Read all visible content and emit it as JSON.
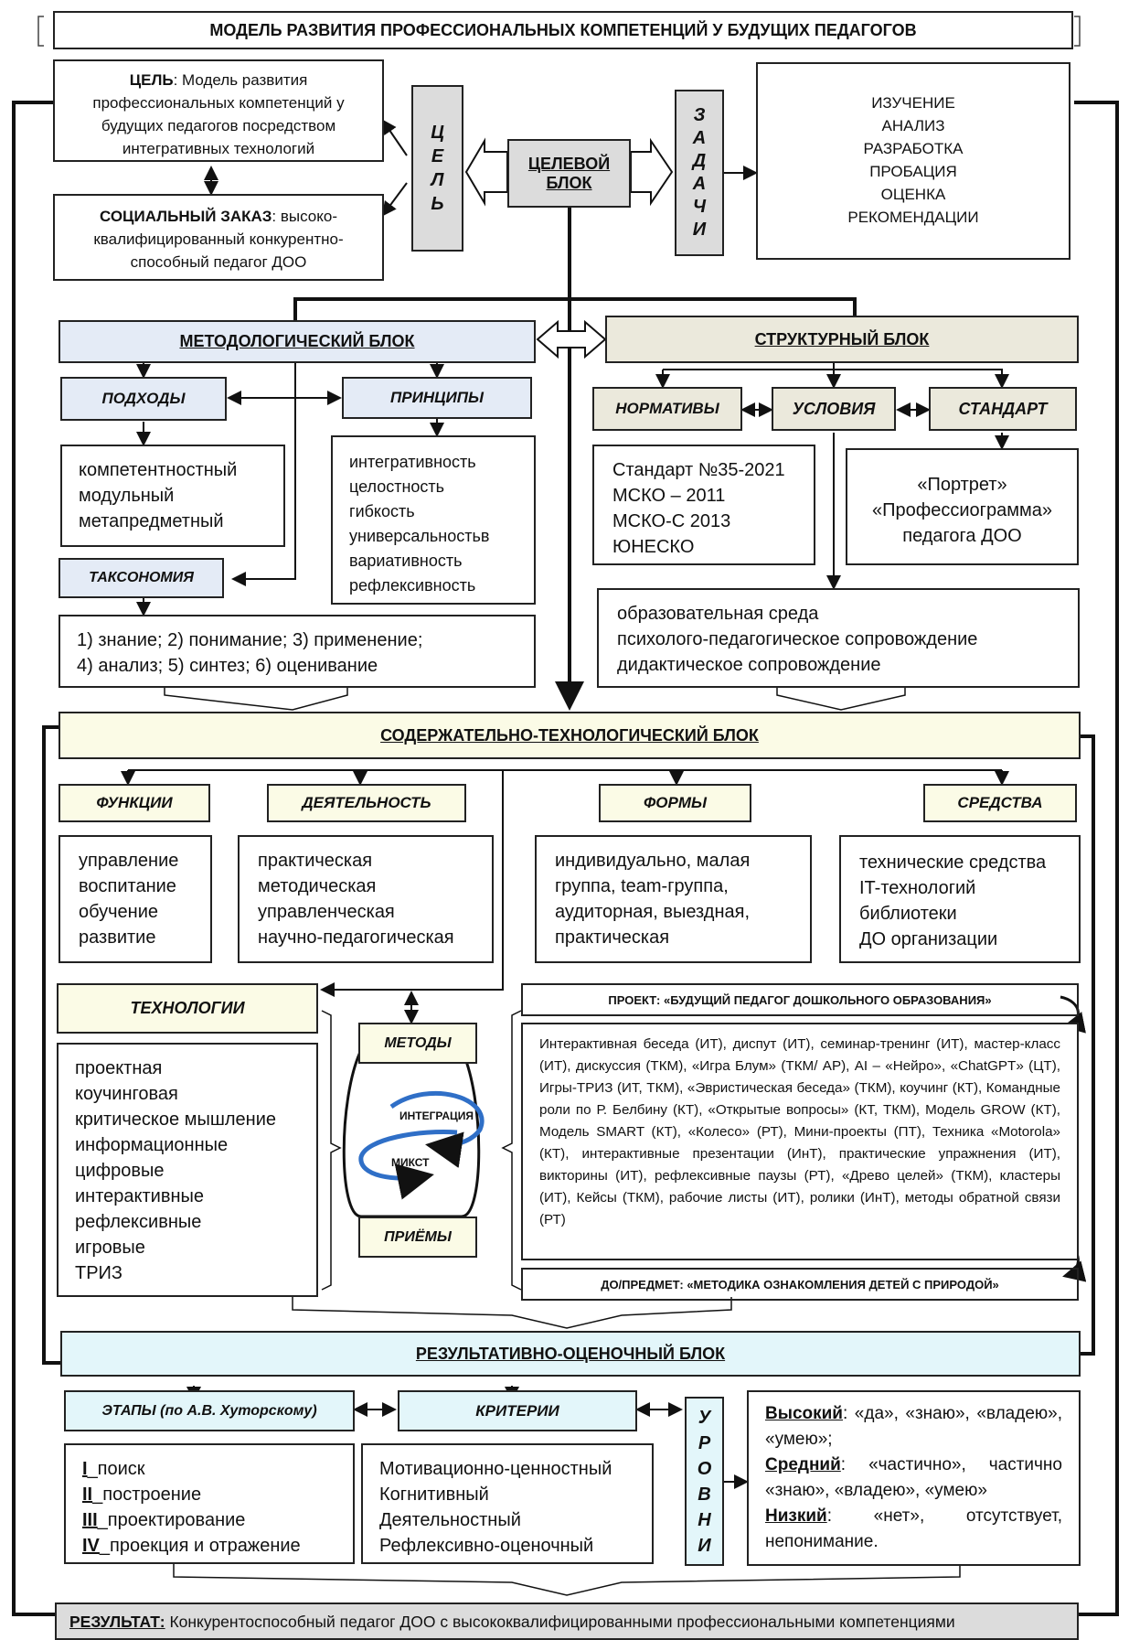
{
  "title": "МОДЕЛЬ РАЗВИТИЯ ПРОФЕССИОНАЛЬНЫХ КОМПЕТЕНЦИЙ У БУДУЩИХ ПЕДАГОГОВ",
  "target_block": {
    "goal_box": {
      "label": "ЦЕЛЬ",
      "text": ": Модель развития профессиональных компетенций у будущих педагогов посредством интегративных технологий"
    },
    "social_box": {
      "label": "СОЦИАЛЬНЫЙ ЗАКАЗ",
      "text": ": высоко-квалифицированный конкурентно-способный педагог ДОО"
    },
    "goal_vertical": [
      "Ц",
      "Е",
      "Л",
      "Ь"
    ],
    "center_label": "ЦЕЛЕВОЙ БЛОК",
    "tasks_vertical": [
      "З",
      "А",
      "Д",
      "А",
      "Ч",
      "И"
    ],
    "tasks_list": [
      "ИЗУЧЕНИЕ",
      "АНАЛИЗ",
      "РАЗРАБОТКА",
      "ПРОБАЦИЯ",
      "ОЦЕНКА",
      "РЕКОМЕНДАЦИИ"
    ]
  },
  "methodological_block": {
    "title": "МЕТОДОЛОГИЧЕСКИЙ БЛОК",
    "approaches_label": "ПОДХОДЫ",
    "approaches": [
      "компетентностный",
      "модульный",
      "метапредметный"
    ],
    "principles_label": "ПРИНЦИПЫ",
    "principles": [
      "интегративность",
      "целостность",
      "гибкость",
      "универсальностьв",
      "вариативность",
      "рефлексивность"
    ],
    "taxonomy_label": "ТАКСОНОМИЯ",
    "taxonomy_lines": [
      "1) знание; 2) понимание; 3) применение;",
      "4) анализ; 5) синтез; 6) оценивание"
    ]
  },
  "structural_block": {
    "title": "СТРУКТУРНЫЙ БЛОК",
    "norms_label": "НОРМАТИВЫ",
    "conditions_label": "УСЛОВИЯ",
    "standard_label": "СТАНДАРТ",
    "norms": [
      "Стандарт №35-2021",
      "МСКО – 2011",
      "МСКО-С 2013",
      "ЮНЕСКО"
    ],
    "portrait": [
      "«Портрет»",
      "«Профессиограмма»",
      "педагога ДОО"
    ],
    "conditions": [
      "образовательная среда",
      "психолого-педагогическое сопровождение",
      "дидактическое сопровождение"
    ]
  },
  "content_block": {
    "title": "СОДЕРЖАТЕЛЬНО-ТЕХНОЛОГИЧЕСКИЙ БЛОК",
    "functions_label": "ФУНКЦИИ",
    "functions": [
      "управление",
      "воспитание",
      "обучение",
      "развитие"
    ],
    "activity_label": "ДЕЯТЕЛЬНОСТЬ",
    "activity": [
      "практическая",
      "методическая",
      "управленческая",
      "научно-педагогическая"
    ],
    "forms_label": "ФОРМЫ",
    "forms": [
      "индивидуально, малая",
      "группа, team-группа,",
      "аудиторная, выездная,",
      "практическая"
    ],
    "means_label": "СРЕДСТВА",
    "means": [
      "технические средства",
      "IT-технологий",
      "библиотеки",
      "ДО организации"
    ],
    "technologies_label": "ТЕХНОЛОГИИ",
    "technologies": [
      "проектная",
      "коучинговая",
      "критическое мышление",
      "информационные",
      "цифровые",
      "интерактивные",
      "рефлексивные",
      "игровые",
      "ТРИЗ"
    ],
    "methods_label": "МЕТОДЫ",
    "techniques_label": "ПРИЁМЫ",
    "integration_label": "ИНТЕГРАЦИЯ",
    "mixed_label": "МИКСТ",
    "project_label": "ПРОЕКТ: «БУДУЩИЙ ПЕДАГОГ ДОШКОЛЬНОГО ОБРАЗОВАНИЯ»",
    "methods_text": "Интерактивная беседа (ИТ), диспут (ИТ), семинар-тренинг (ИТ), мастер-класс (ИТ), дискуссия (ТКМ), «Игра Блум» (ТКМ/ АР), AI – «Нейро», «ChatGPT» (ЦТ), Игры-ТРИЗ (ИТ, ТКМ), «Эвристическая беседа» (ТКМ), коучинг (КТ), Командные роли по Р. Белбину (КТ), «Открытые вопросы» (КТ, ТКМ), Модель GROW (КТ), Модель SMART (КТ), «Колесо» (РТ), Мини-проекты (ПТ), Техника «Motorola» (КТ), интерактивные презентации (ИнТ), практические упражнения (ИТ), викторины (ИТ), рефлексивные паузы (РТ), «Древо целей» (ТКМ), кластеры (ИТ), Кейсы (ТКМ), рабочие листы (ИТ), ролики (ИнТ), методы обратной связи (РТ)",
    "subject_label": "ДО/ПРЕДМЕТ: «МЕТОДИКА ОЗНАКОМЛЕНИЯ ДЕТЕЙ С ПРИРОДОЙ»"
  },
  "result_block": {
    "title": "РЕЗУЛЬТАТИВНО-ОЦЕНОЧНЫЙ БЛОК",
    "stages_label": "ЭТАПЫ (по А.В. Хуторскому)",
    "stages": [
      {
        "num": "I",
        "text": "_поиск"
      },
      {
        "num": "II",
        "text": "_построение"
      },
      {
        "num": "III",
        "text": "_проектирование"
      },
      {
        "num": "IV",
        "text": "_проекция и отражение"
      }
    ],
    "criteria_label": "КРИТЕРИИ",
    "criteria": [
      "Мотивационно-ценностный",
      "Когнитивный",
      "Деятельностный",
      "Рефлексивно-оценочный"
    ],
    "levels_vertical": [
      "У",
      "Р",
      "О",
      "В",
      "Н",
      "И"
    ],
    "levels": [
      {
        "name": "Высокий",
        "text": ": «да», «знаю», «владею», «умею»;"
      },
      {
        "name": "Средний",
        "text": ": «частично», частично «знаю», «владею», «умею»"
      },
      {
        "name": "Низкий",
        "text": ": «нет», отсутствует, непонимание."
      }
    ]
  },
  "result_bar": {
    "label": "РЕЗУЛЬТАТ:",
    "text": " Конкурентоспособный педагог ДОО с высококвалифицированными профессиональными компетенциями"
  },
  "colors": {
    "methodological": "#e4ebf6",
    "structural": "#ebe9dc",
    "content": "#fbfbe6",
    "result": "#e3f6fa",
    "target": "#dcdcdc"
  }
}
